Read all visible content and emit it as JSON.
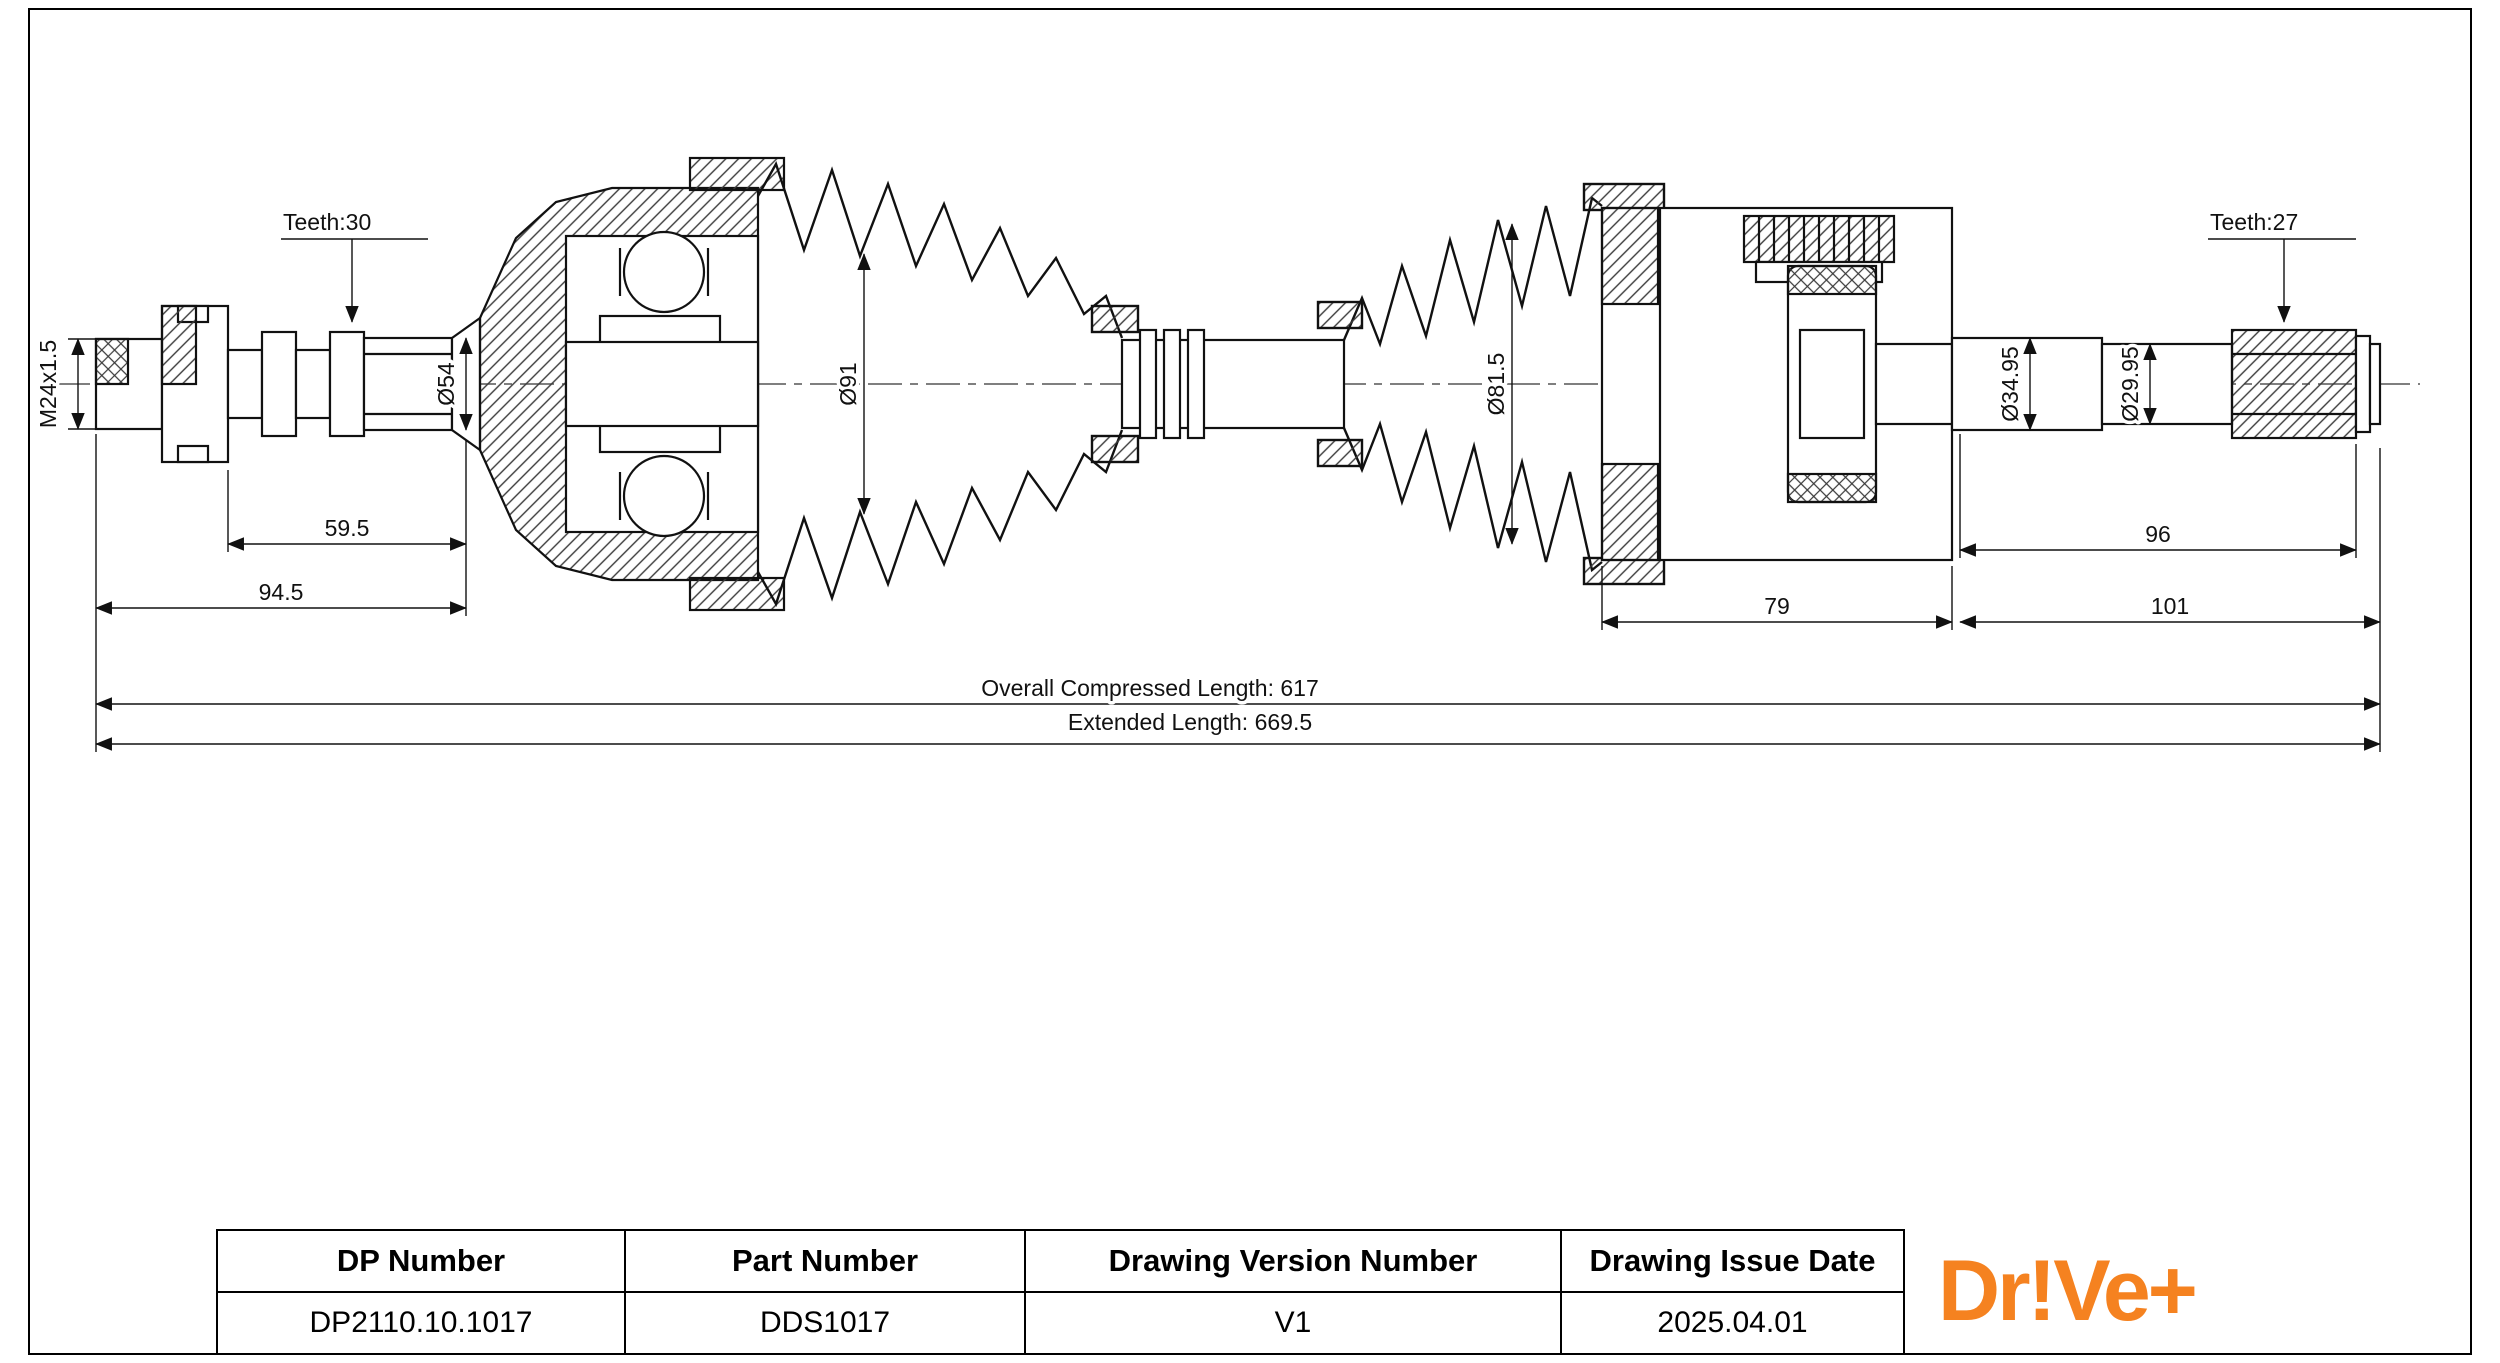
{
  "drawing": {
    "labels": {
      "teeth_left": "Teeth:30",
      "teeth_right": "Teeth:27",
      "thread_spec": "M24x1.5",
      "dia_outer_joint_shaft": "Ø54",
      "dia_outer_boot": "Ø91",
      "dia_inner_boot": "Ø81.5",
      "dia_inner_shaft": "Ø34.95",
      "dia_shaft_end": "Ø29.95",
      "len_spline": "59.5",
      "len_left_end": "94.5",
      "len_inner_joint": "79",
      "len_right_shaft": "96",
      "len_right_end": "101",
      "overall_compressed": "Overall  Compressed  Length: 617",
      "extended": "Extended  Length: 669.5"
    }
  },
  "title_block": {
    "headers": [
      "DP Number",
      "Part Number",
      "Drawing Version Number",
      "Drawing Issue Date"
    ],
    "values": [
      "DP2110.10.1017",
      "DDS1017",
      "V1",
      "2025.04.01"
    ]
  },
  "logo": {
    "text": "Dr!Ve+",
    "color": "#F58220"
  }
}
